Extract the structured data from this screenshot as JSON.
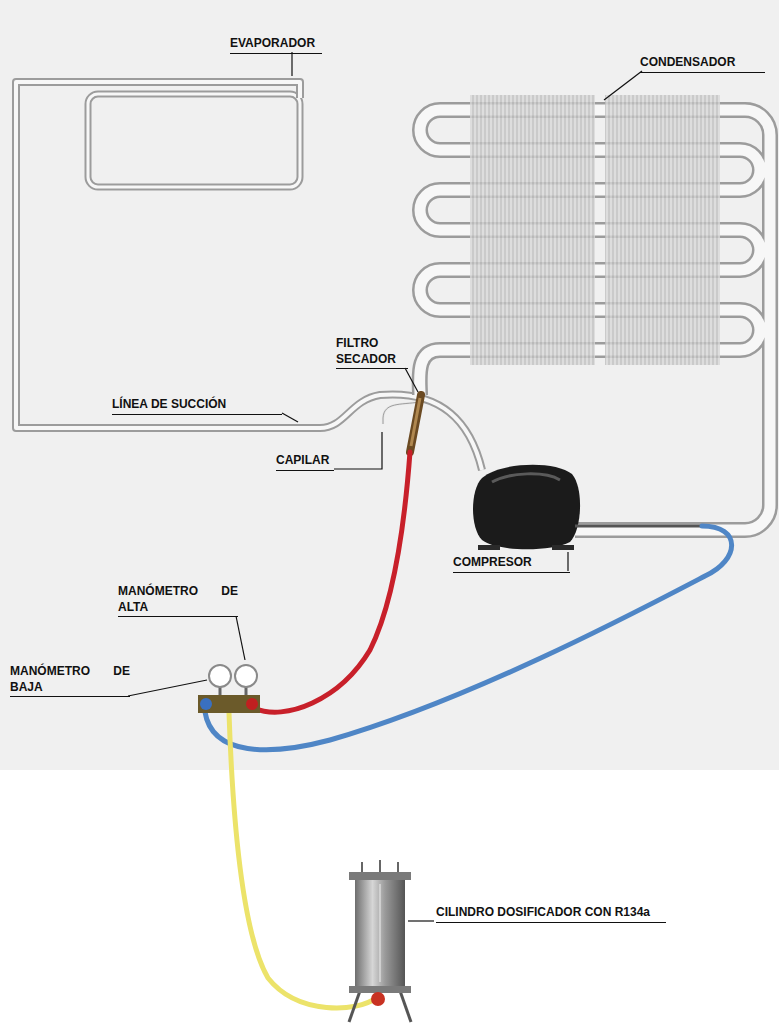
{
  "diagram": {
    "labels": [
      "EVAPORADOR",
      "CONDENSADOR",
      "FILTRO SECADOR",
      "LÍNEA DE SUCCIÓN",
      "CAPILAR",
      "MANÓMETRO DE ALTA",
      "MANÓMETRO DE BAJA",
      "COMPRESOR",
      "CILINDRO DOSIFICADOR CON R134a"
    ]
  }
}
